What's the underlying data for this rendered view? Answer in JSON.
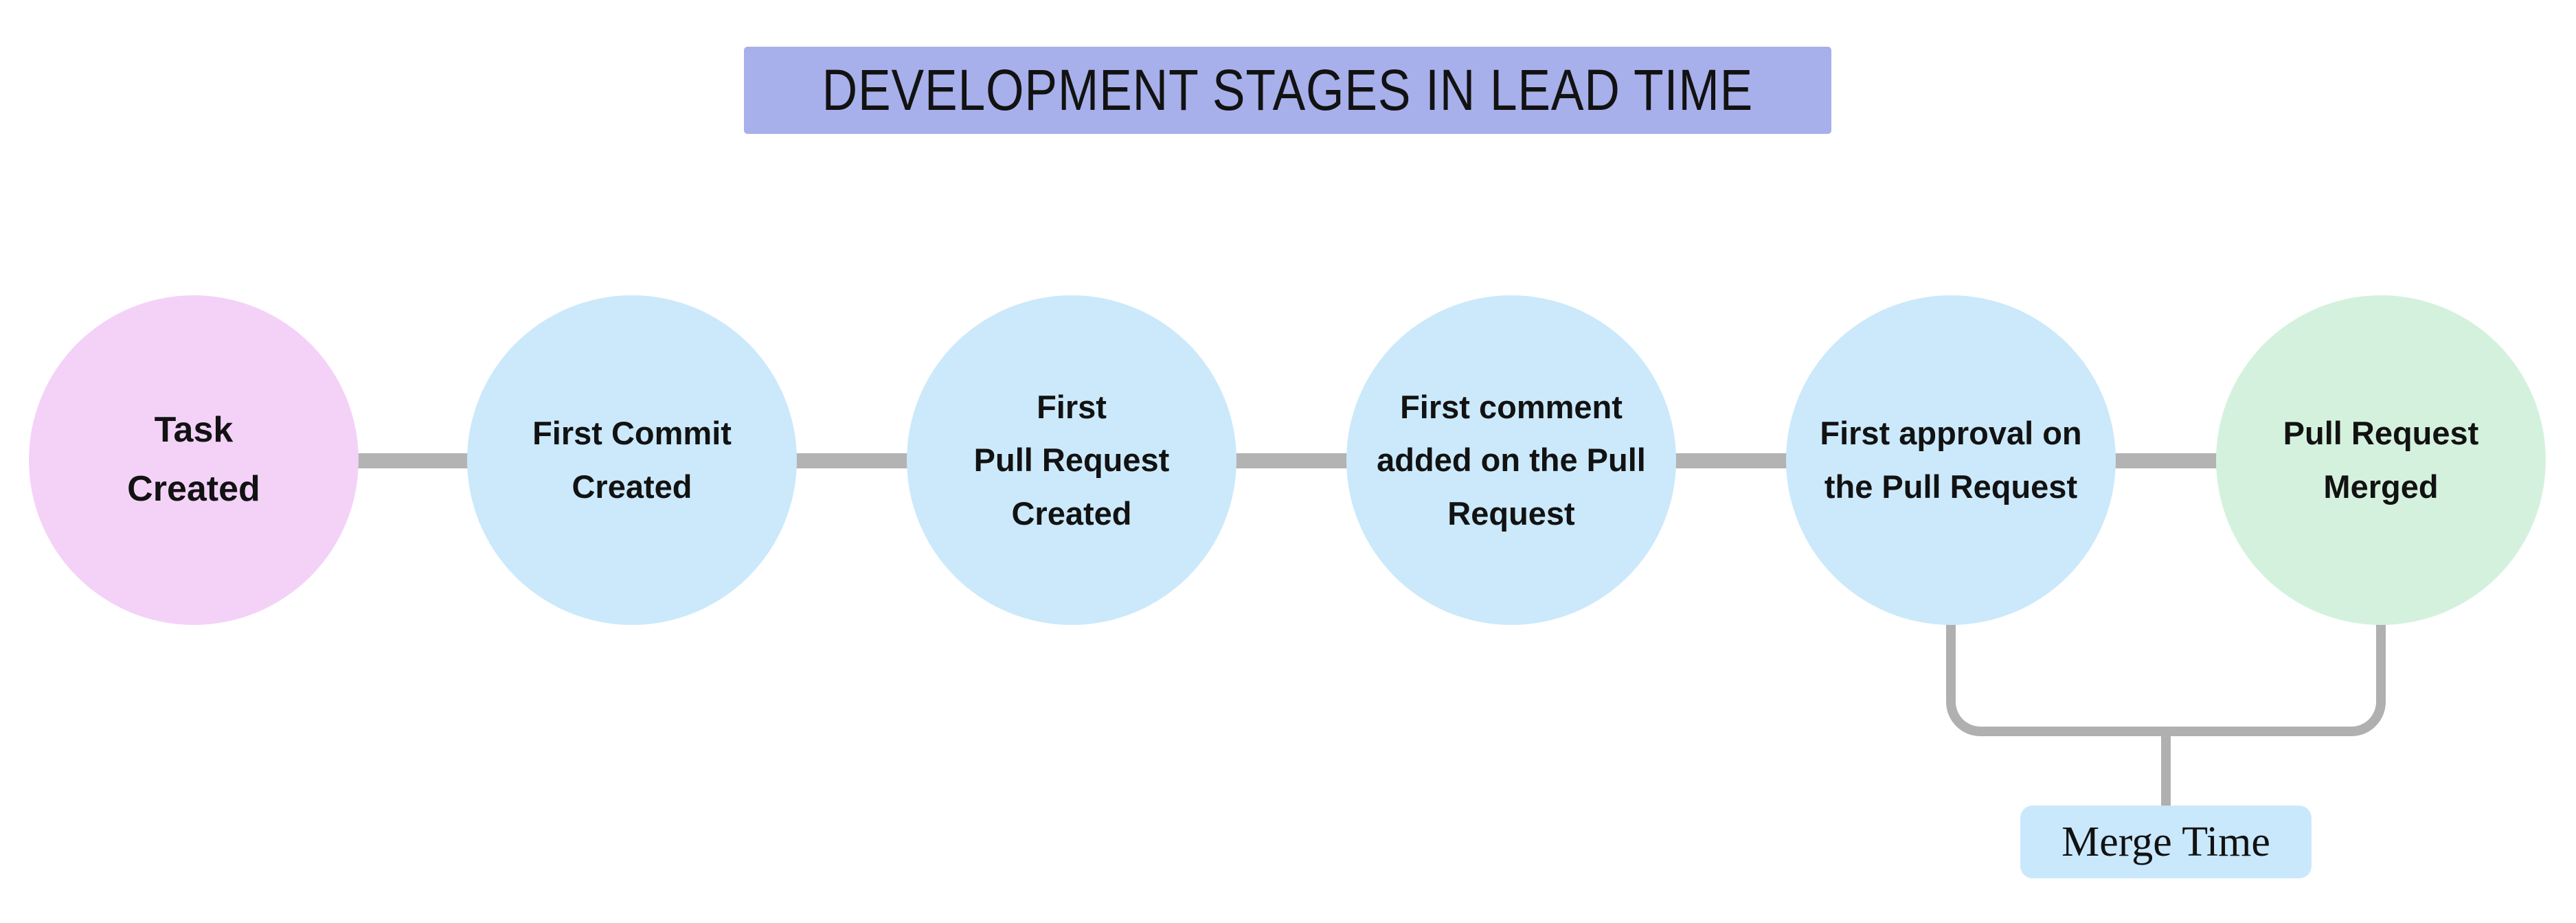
{
  "title": {
    "text": "DEVELOPMENT STAGES IN LEAD TIME",
    "bg": "#a7b0ea"
  },
  "stages": [
    {
      "name": "task-created",
      "lines": [
        "Task",
        "Created"
      ],
      "color": "#f4d2f8"
    },
    {
      "name": "first-commit-created",
      "lines": [
        "First Commit",
        "Created"
      ],
      "color": "#cbe9fb"
    },
    {
      "name": "first-pull-request-created",
      "lines": [
        "First",
        "Pull Request",
        "Created"
      ],
      "color": "#cbe9fb"
    },
    {
      "name": "first-comment-added",
      "lines": [
        "First comment",
        "added on the Pull",
        "Request"
      ],
      "color": "#cbe9fb"
    },
    {
      "name": "first-approval",
      "lines": [
        "First approval on",
        "the Pull Request"
      ],
      "color": "#cbe9fb"
    },
    {
      "name": "pull-request-merged",
      "lines": [
        "Pull Request",
        "Merged"
      ],
      "color": "#d4f1de"
    }
  ],
  "annotation": {
    "label": "Merge Time",
    "bg": "#c9e8fc"
  },
  "colors": {
    "connector": "#b3b3b3",
    "bracket": "#b0b0b0",
    "text": "#121212"
  }
}
